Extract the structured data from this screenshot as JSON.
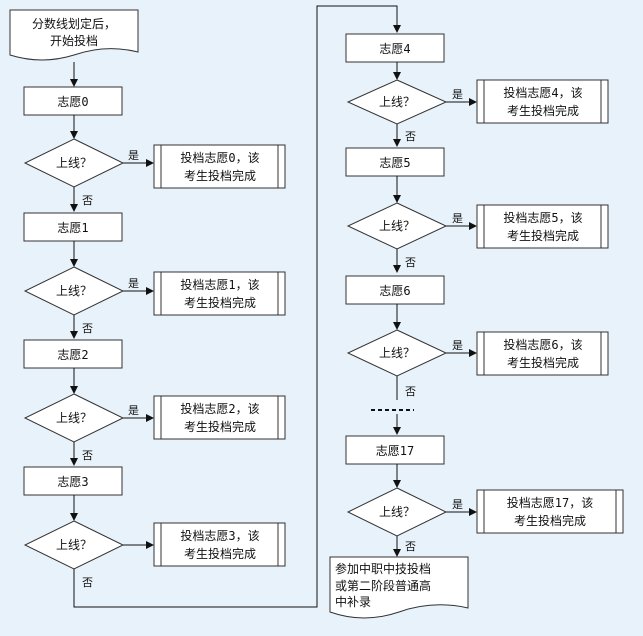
{
  "start": {
    "line1": "分数线划定后，",
    "line2": "开始投档"
  },
  "decision_label": "上线？",
  "yes_label": "是",
  "no_label": "否",
  "left_column": [
    {
      "wish": "志愿0",
      "result_line1": "投档志愿0，该",
      "result_line2": "考生投档完成"
    },
    {
      "wish": "志愿1",
      "result_line1": "投档志愿1，该",
      "result_line2": "考生投档完成"
    },
    {
      "wish": "志愿2",
      "result_line1": "投档志愿2，该",
      "result_line2": "考生投档完成"
    },
    {
      "wish": "志愿3",
      "result_line1": "投档志愿3，该",
      "result_line2": "考生投档完成"
    }
  ],
  "right_column": [
    {
      "wish": "志愿4",
      "result_line1": "投档志愿4，该",
      "result_line2": "考生投档完成"
    },
    {
      "wish": "志愿5",
      "result_line1": "投档志愿5，该",
      "result_line2": "考生投档完成"
    },
    {
      "wish": "志愿6",
      "result_line1": "投档志愿6，该",
      "result_line2": "考生投档完成"
    }
  ],
  "last": {
    "wish": "志愿17",
    "result_line1": "投档志愿17，该",
    "result_line2": "考生投档完成"
  },
  "end": {
    "line1": "参加中职中技投档",
    "line2": "或第二阶段普通高",
    "line3": "中补录"
  }
}
